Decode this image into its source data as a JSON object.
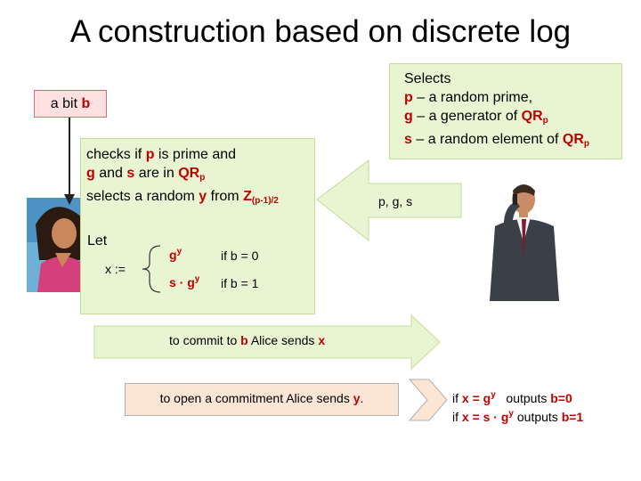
{
  "title": "A construction based on discrete log",
  "bit_box": {
    "prefix": "a bit ",
    "var": "b"
  },
  "selects": {
    "header": "Selects",
    "line1_var": "p",
    "line1_text": " – a random prime,",
    "line2_var": "g",
    "line2_text": " – a generator of ",
    "qr": "QR",
    "sub_p": "p",
    "line3_var": "s",
    "line3_text": " – a random element of "
  },
  "checks": {
    "line1_pre": "checks if ",
    "p": "p",
    "line1_post": " is prime and",
    "g": "g",
    "line2_mid": " and ",
    "s": "s",
    "line2_post": " are in ",
    "qr": "QR",
    "sub_p": "p",
    "line3_pre": "selects a random ",
    "y": "y",
    "line3_mid": " from ",
    "z": "Z",
    "z_sub": "(p-1)/2"
  },
  "let": {
    "label": "Let",
    "x_def": "x :=",
    "case1_val": "g",
    "case1_sup": "y",
    "case1_cond": "if b = 0",
    "case2_val": "s · g",
    "case2_sup": "y",
    "case2_cond": "if b = 1"
  },
  "pgs_label": "p, g, s",
  "commit": {
    "pre": "to commit to ",
    "b": "b",
    "mid": " Alice sends ",
    "x": "x"
  },
  "open": {
    "pre": "to open a commitment Alice sends ",
    "y": "y",
    "post": "."
  },
  "outputs": {
    "l1_pre": "if ",
    "l1_x": "x = g",
    "l1_sup": "y",
    "l1_mid": "   outputs ",
    "l1_out": "b=0",
    "l2_pre": "if ",
    "l2_x": "x = s · g",
    "l2_sup": "y",
    "l2_mid": " outputs ",
    "l2_out": "b=1"
  },
  "colors": {
    "accent_red": "#c00000",
    "green_box": "#e9f5d2",
    "pink_box": "#fde0e0",
    "orange_box": "#fbe6d6"
  }
}
